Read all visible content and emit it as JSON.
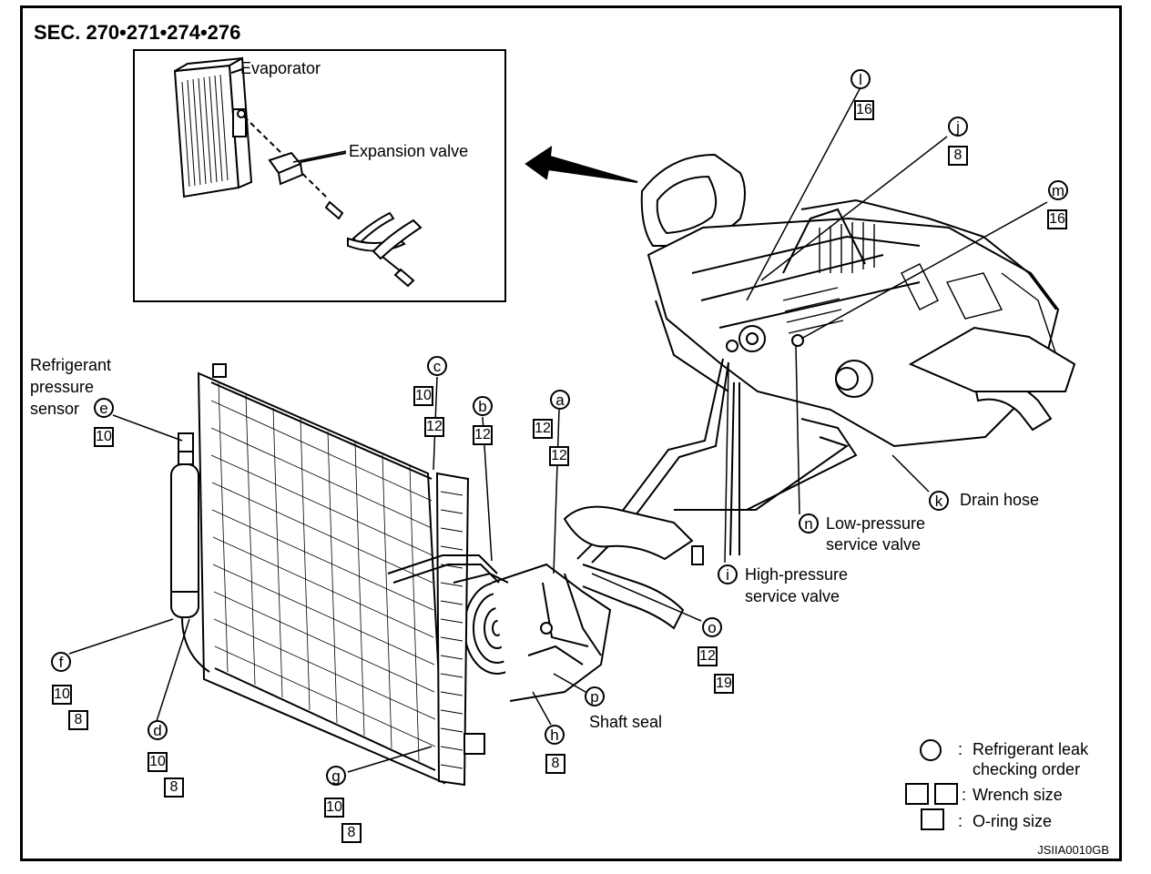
{
  "section": "SEC. 270•271•274•276",
  "inset": {
    "evaporator": "Evaporator",
    "expansion_valve": "Expansion valve"
  },
  "callouts": {
    "a": "a",
    "b": "b",
    "c": "c",
    "d": "d",
    "e": "e",
    "f": "f",
    "g": "g",
    "h": "h",
    "i": "i",
    "j": "j",
    "k": "k",
    "l": "l",
    "m": "m",
    "n": "n",
    "o": "o",
    "p": "p"
  },
  "labels": {
    "refrigerant_pressure_sensor": [
      "Refrigerant",
      "pressure",
      "sensor"
    ],
    "drain_hose": "Drain hose",
    "low_pressure_service_valve": [
      "Low-pressure",
      "service valve"
    ],
    "high_pressure_service_valve": [
      "High-pressure",
      "service valve"
    ],
    "shaft_seal": "Shaft seal"
  },
  "sizes": {
    "a1": "12",
    "a2": "12",
    "b": "12",
    "c1": "10",
    "c2": "12",
    "d1": "10",
    "d2": "8",
    "e": "10",
    "f1": "10",
    "f2": "8",
    "g1": "10",
    "g2": "8",
    "h": "8",
    "j": "8",
    "l": "16",
    "m": "16",
    "o1": "12",
    "o2": "19"
  },
  "legend": {
    "leak_line1": "Refrigerant leak",
    "leak_line2": "checking order",
    "wrench": "Wrench size",
    "oring": "O-ring size",
    "colon": ":"
  },
  "code": "JSIIA0010GB"
}
